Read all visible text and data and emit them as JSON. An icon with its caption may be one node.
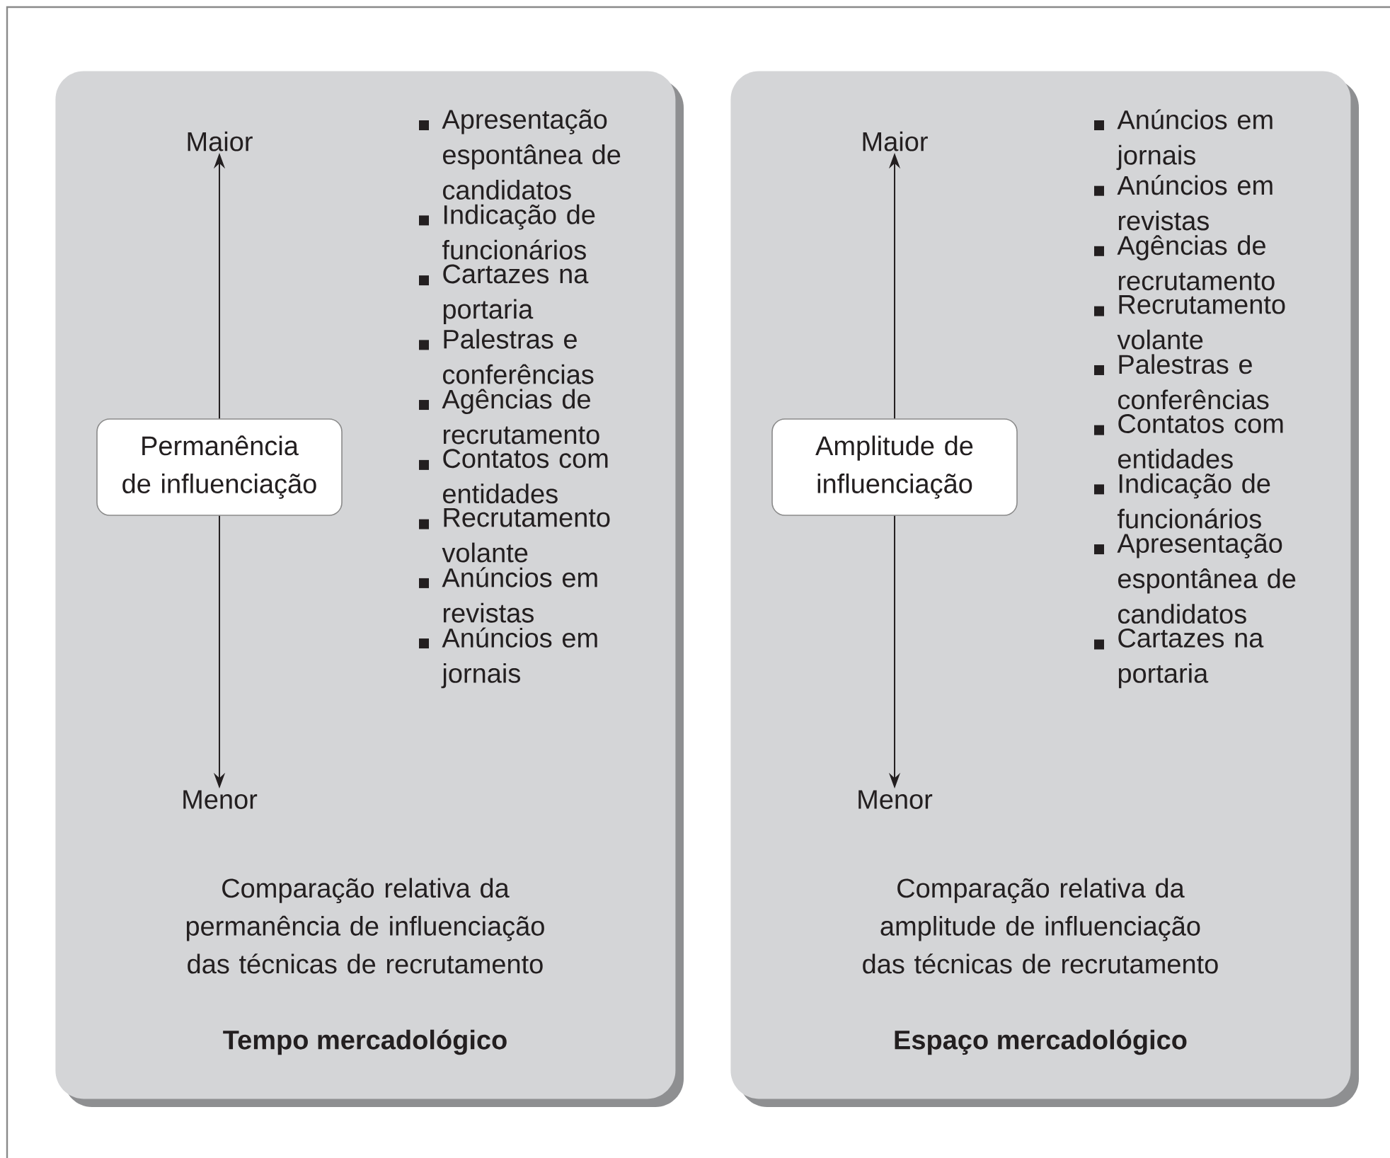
{
  "diagram": {
    "nodes": [
      {
        "text": [
          "Comparação relativa da permanência de influenciação das técnicas de recrutamento",
          "Tempo mercadológico"
        ]
      },
      {
        "text": [
          "Maior"
        ],
        "in": 0
      },
      {
        "text": [
          "Permanência de influenciação"
        ],
        "in": 0
      },
      {
        "text": [
          "Menor"
        ],
        "in": 0
      },
      {
        "text": [
          "Comparação relativa da amplitude de influenciação das técnicas de recrutamento",
          "Espaço mercadológico"
        ]
      },
      {
        "text": [
          "Maior"
        ],
        "in": 4
      },
      {
        "text": [
          "Amplitude de influenciação"
        ],
        "in": 4
      },
      {
        "text": [
          "Menor"
        ],
        "in": 4
      }
    ],
    "edges": [
      {
        "from": 2,
        "to": 1,
        "arrow": "to"
      },
      {
        "from": 2,
        "to": 3,
        "arrow": "to"
      },
      {
        "from": 6,
        "to": 5,
        "arrow": "to"
      },
      {
        "from": 6,
        "to": 7,
        "arrow": "to"
      }
    ],
    "labels": [
      "Apresentação espontânea de candidatos",
      "Indicação de funcionários",
      "Cartazes na portaria",
      "Palestras e conferências",
      "Agências de recrutamento",
      "Contatos com entidades",
      "Recrutamento volante",
      "Anúncios em revistas",
      "Anúncios em jornais",
      "Anúncios em jornais",
      "Anúncios em revistas",
      "Agências de recrutamento",
      "Recrutamento volante",
      "Palestras e conferências",
      "Contatos com entidades",
      "Indicação de funcionários",
      "Apresentação espontânea de candidatos",
      "Cartazes na portaria"
    ]
  }
}
